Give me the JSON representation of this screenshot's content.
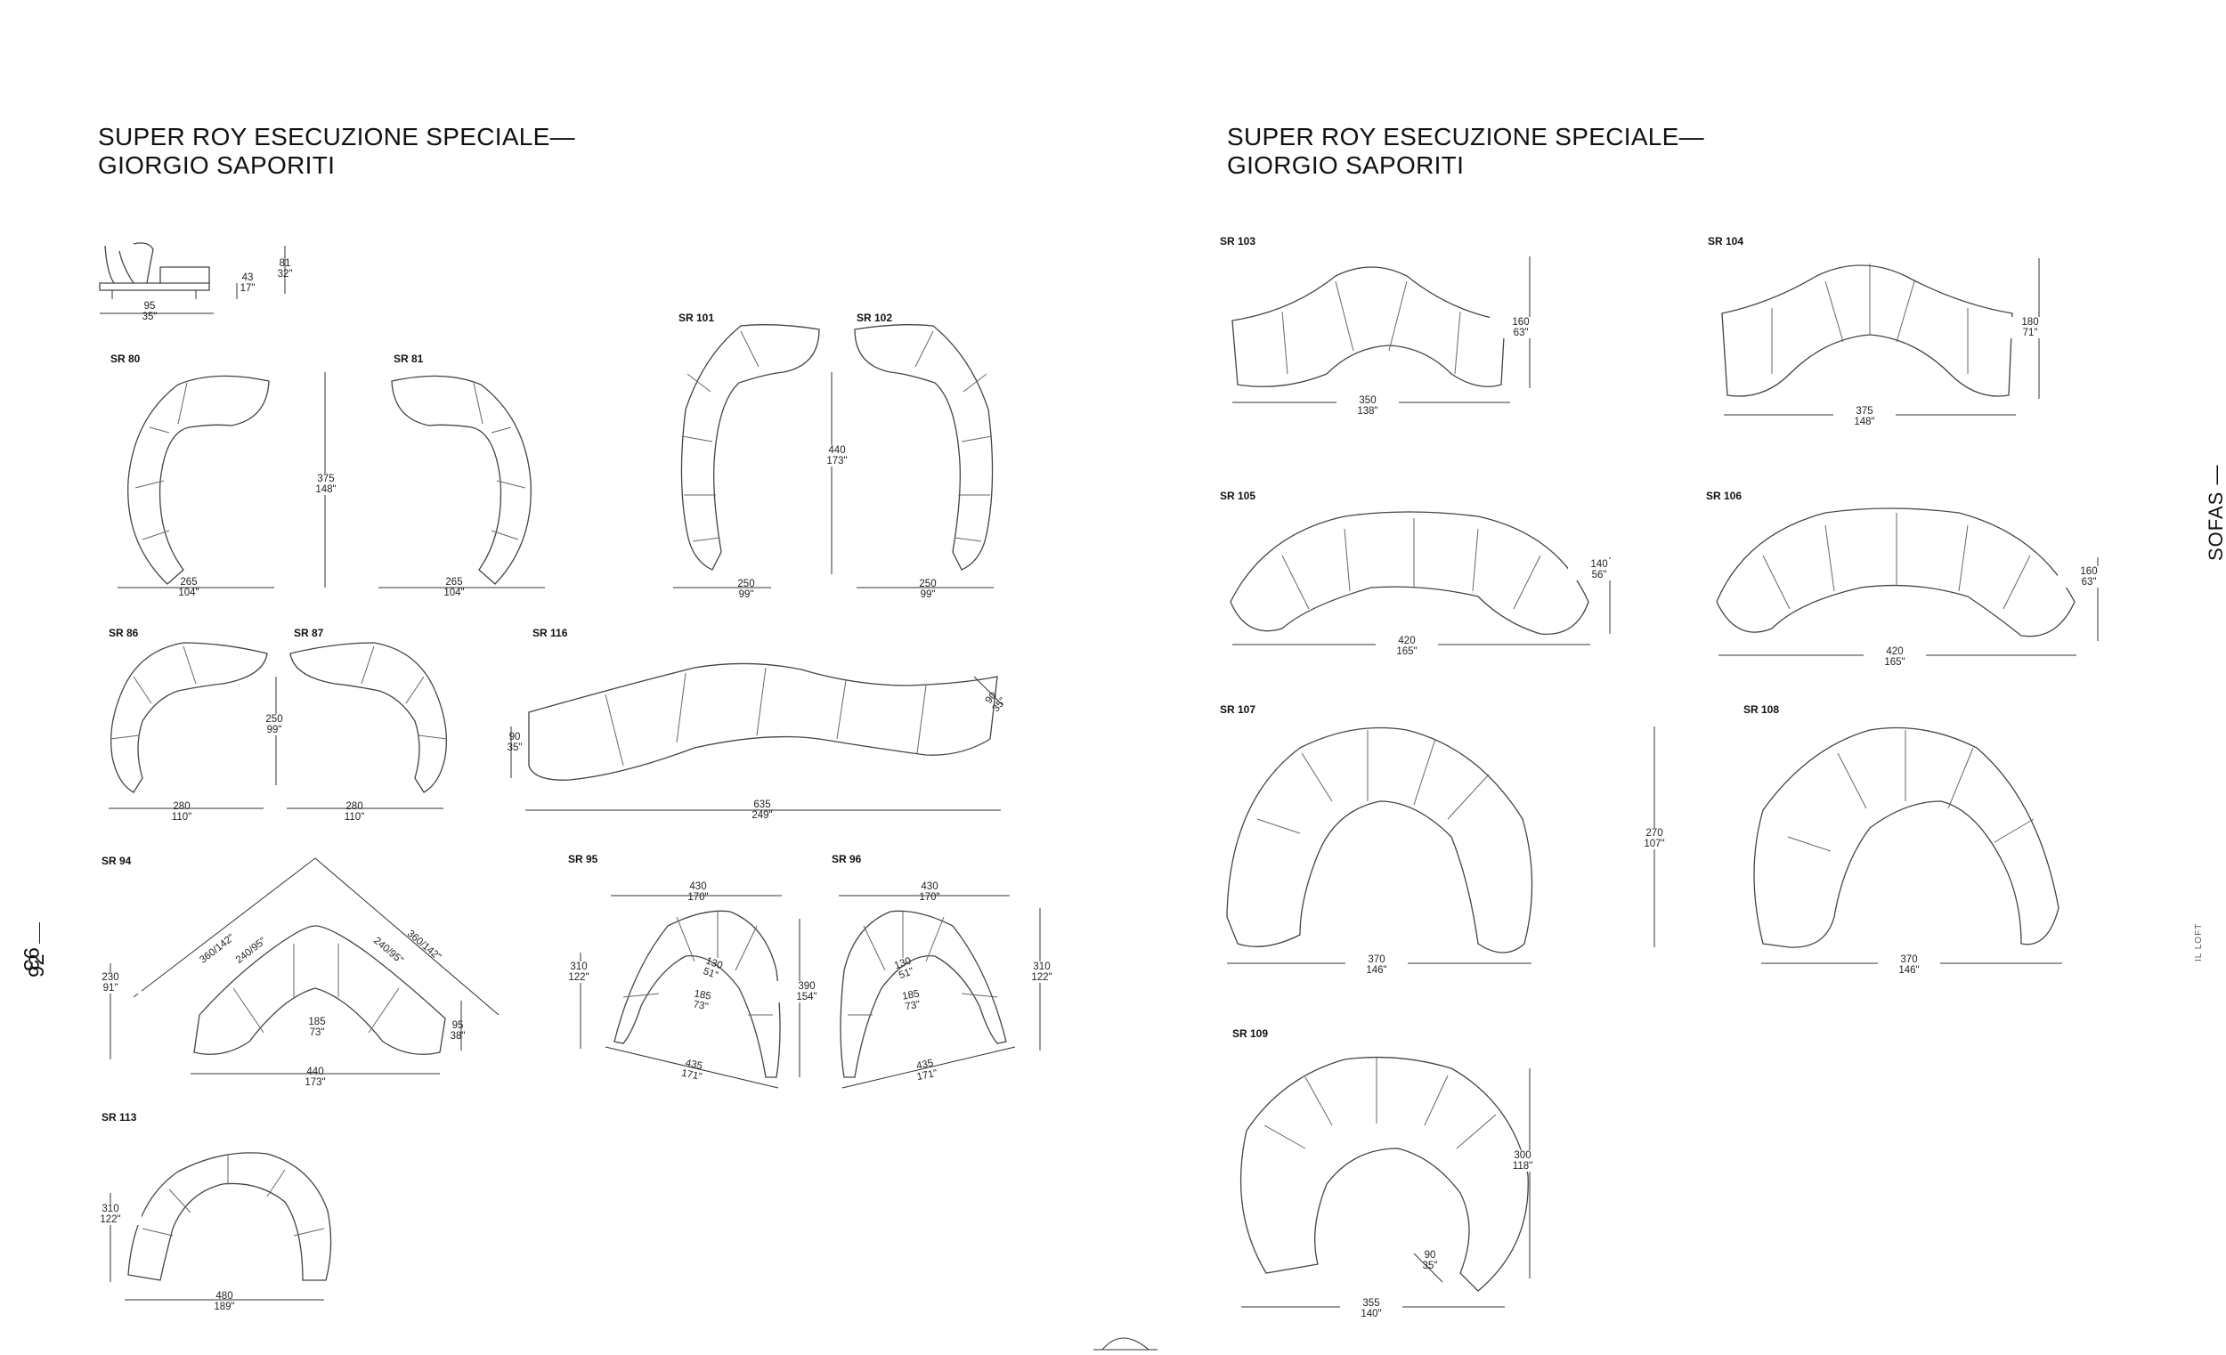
{
  "left_page": {
    "title_line1": "SUPER ROY ESECUZIONE SPECIALE—",
    "title_line2": "GIORGIO SAPORITI",
    "page_number": "92"
  },
  "right_page": {
    "title_line1": "SUPER ROY ESECUZIONE SPECIALE—",
    "title_line2": "GIORGIO SAPORITI",
    "page_number": "93",
    "section": "SOFAS —",
    "brand": "IL LOFT"
  },
  "side_view": {
    "depth_cm": "95",
    "depth_in": "35\"",
    "seat_cm": "43",
    "seat_in": "17\"",
    "height_cm": "81",
    "height_in": "32\""
  },
  "models": {
    "sr80": {
      "code": "SR 80",
      "w_cm": "265",
      "w_in": "104\""
    },
    "sr81": {
      "code": "SR 81",
      "w_cm": "265",
      "w_in": "104\"",
      "h_cm": "375",
      "h_in": "148\""
    },
    "sr101": {
      "code": "SR 101",
      "w_cm": "250",
      "w_in": "99\""
    },
    "sr102": {
      "code": "SR 102",
      "w_cm": "250",
      "w_in": "99\"",
      "h_cm": "440",
      "h_in": "173\""
    },
    "sr86": {
      "code": "SR 86",
      "w_cm": "280",
      "w_in": "110\""
    },
    "sr87": {
      "code": "SR 87",
      "w_cm": "280",
      "w_in": "110\"",
      "h_cm": "250",
      "h_in": "99\""
    },
    "sr116": {
      "code": "SR 116",
      "w_cm": "635",
      "w_in": "249\"",
      "h_cm": "90",
      "h_in": "35\"",
      "d_cm": "90",
      "d_in": "35\""
    },
    "sr94": {
      "code": "SR 94",
      "w_cm": "440",
      "w_in": "173\"",
      "h_cm": "230",
      "h_in": "91\"",
      "inner_cm": "185",
      "inner_in": "73\"",
      "d_cm": "95",
      "d_in": "38\"",
      "diag_outer": "360/142\"",
      "diag_inner": "240/95\""
    },
    "sr95": {
      "code": "SR 95",
      "top_cm": "430",
      "top_in": "170\"",
      "h_cm": "310",
      "h_in": "122\"",
      "r_cm": "130",
      "r_in": "51\"",
      "inner_cm": "185",
      "inner_in": "73\"",
      "diag_cm": "435",
      "diag_in": "171\"",
      "side_cm": "390",
      "side_in": "154\""
    },
    "sr96": {
      "code": "SR 96",
      "top_cm": "430",
      "top_in": "170\"",
      "h_cm": "310",
      "h_in": "122\"",
      "r_cm": "130",
      "r_in": "51\"",
      "inner_cm": "185",
      "inner_in": "73\"",
      "diag_cm": "435",
      "diag_in": "171\""
    },
    "sr113": {
      "code": "SR 113",
      "w_cm": "480",
      "w_in": "189\"",
      "h_cm": "310",
      "h_in": "122\""
    },
    "sr103": {
      "code": "SR 103",
      "w_cm": "350",
      "w_in": "138\"",
      "h_cm": "160",
      "h_in": "63\""
    },
    "sr104": {
      "code": "SR 104",
      "w_cm": "375",
      "w_in": "148\"",
      "h_cm": "180",
      "h_in": "71\""
    },
    "sr105": {
      "code": "SR 105",
      "w_cm": "420",
      "w_in": "165\"",
      "h_cm": "140",
      "h_in": "56\""
    },
    "sr106": {
      "code": "SR 106",
      "w_cm": "420",
      "w_in": "165\"",
      "h_cm": "160",
      "h_in": "63\""
    },
    "sr107": {
      "code": "SR 107",
      "w_cm": "370",
      "w_in": "146\""
    },
    "sr108": {
      "code": "SR 108",
      "w_cm": "370",
      "w_in": "146\"",
      "h_cm": "270",
      "h_in": "107\""
    },
    "sr109": {
      "code": "SR 109",
      "w_cm": "355",
      "w_in": "140\"",
      "h_cm": "300",
      "h_in": "118\"",
      "d_cm": "90",
      "d_in": "35\""
    }
  }
}
